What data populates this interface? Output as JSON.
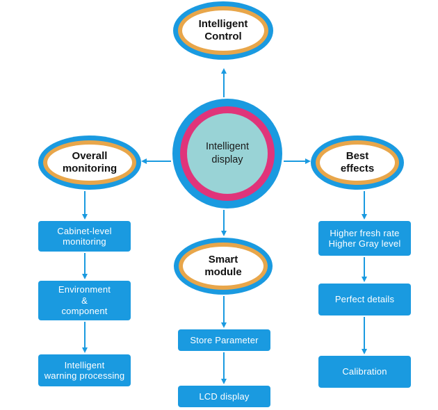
{
  "center": {
    "label": "Intelligent\ndisplay"
  },
  "nodes": {
    "top": "Intelligent\nControl",
    "left": "Overall\nmonitoring",
    "right": "Best\neffects",
    "middle": "Smart\nmodule"
  },
  "left_steps": [
    "Cabinet-level\nmonitoring",
    "Environment\n&\ncomponent",
    "Intelligent\nwarning processing"
  ],
  "middle_steps": [
    "Store Parameter",
    "LCD display"
  ],
  "right_steps": [
    "Higher fresh rate\nHigher Gray level",
    "Perfect details",
    "Calibration"
  ],
  "colors": {
    "blue": "#1a9ae0",
    "orange_ring": "#e8a64a",
    "magenta_ring": "#e0347a",
    "center_fill": "#99d3d6",
    "arrow": "#1a9ae0"
  }
}
